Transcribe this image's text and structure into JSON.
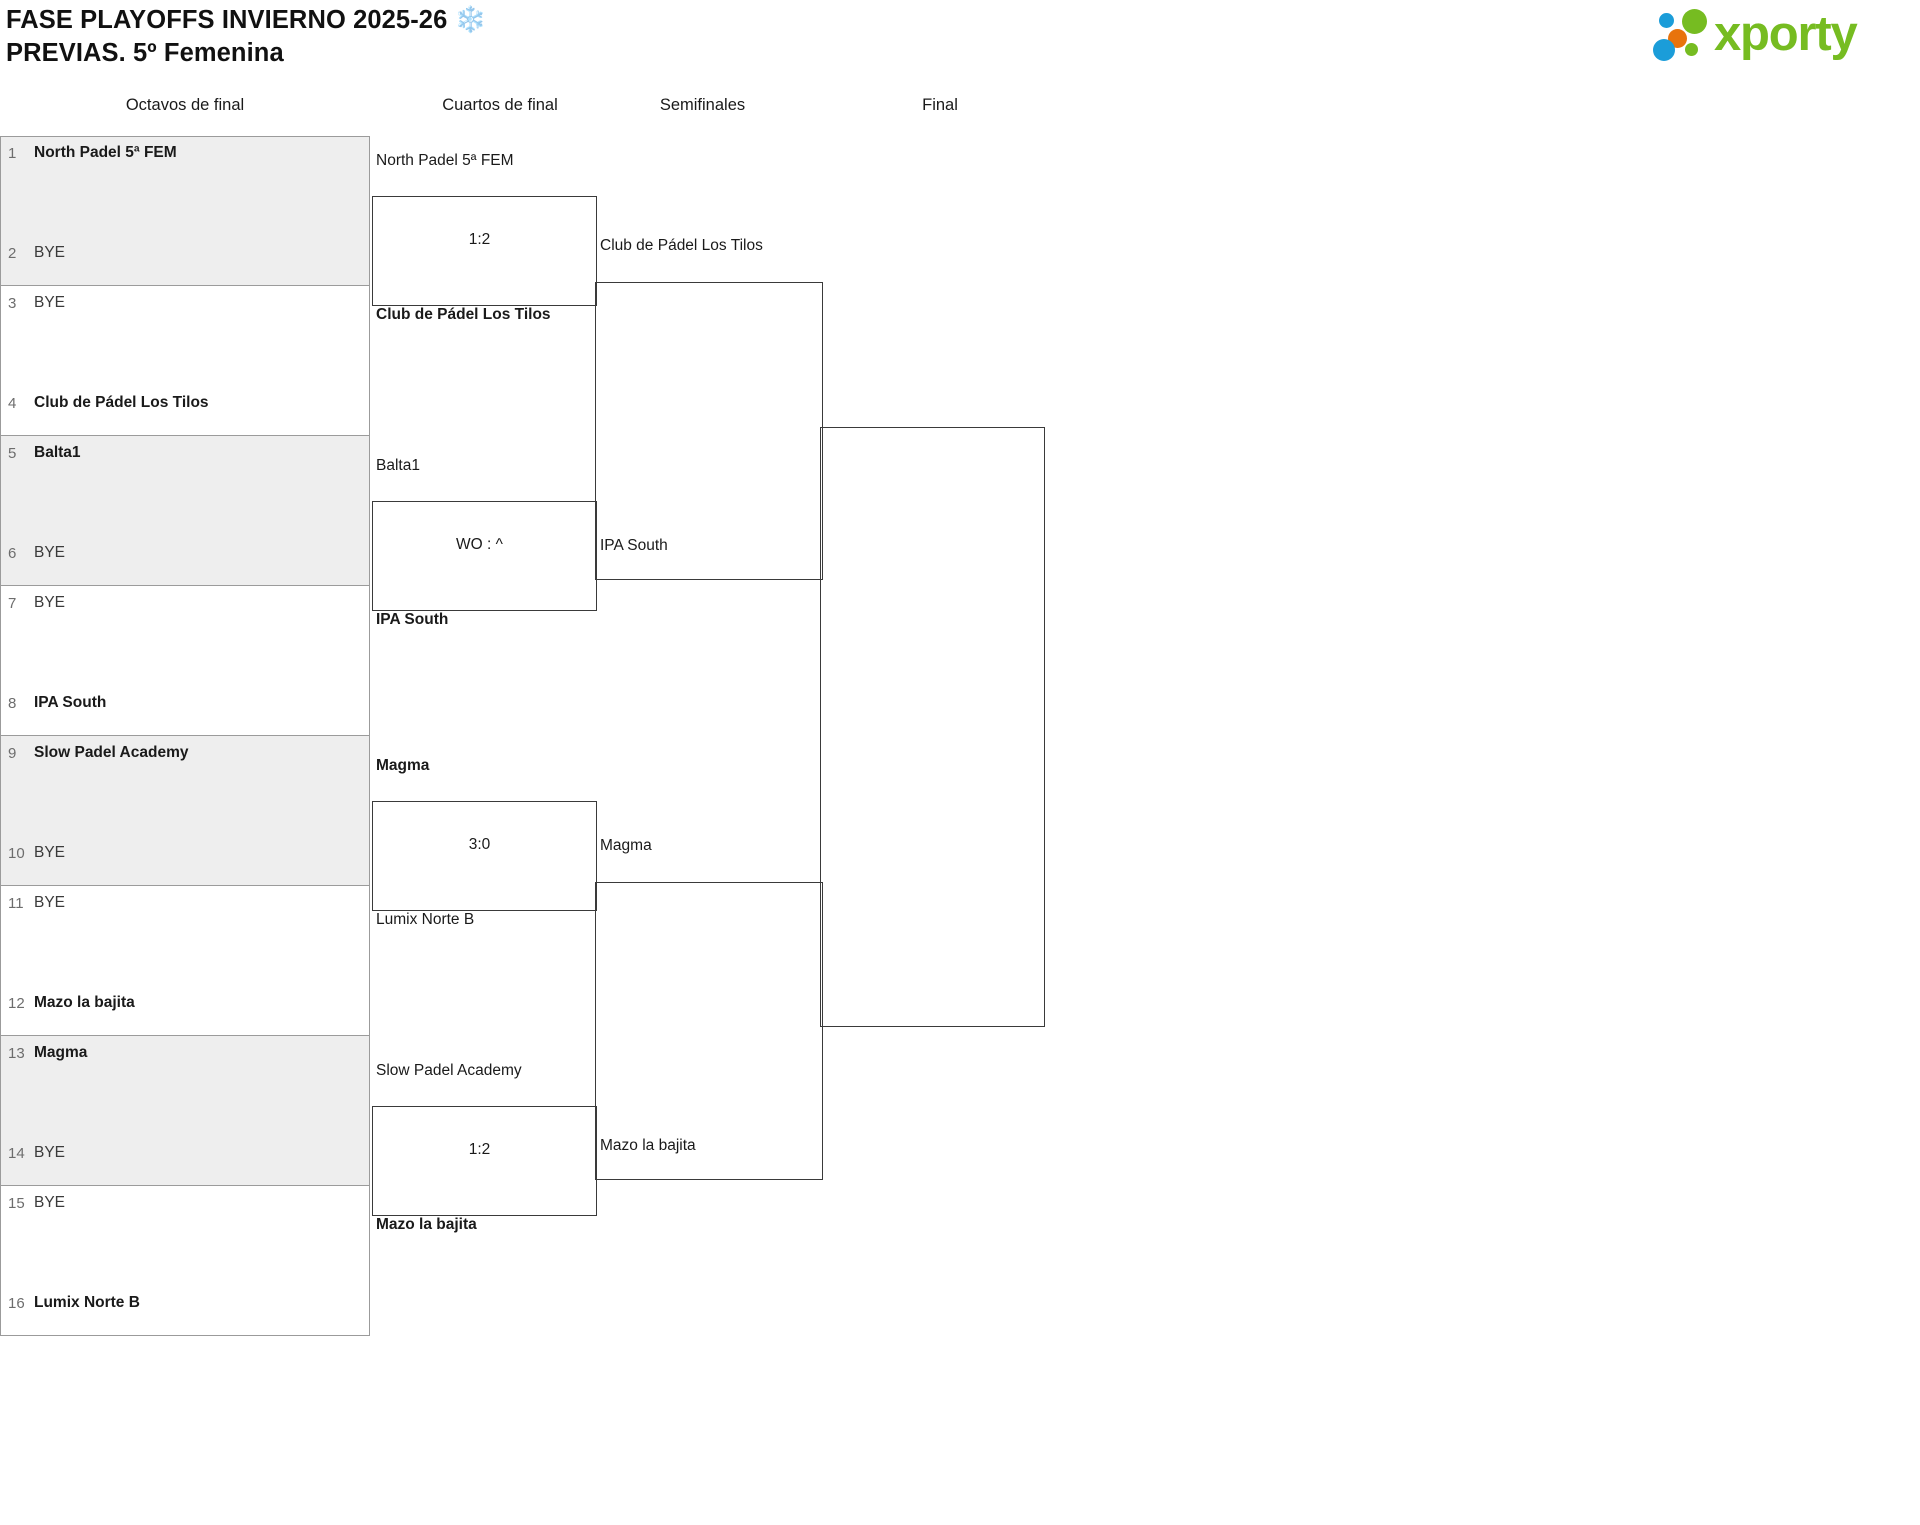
{
  "header": {
    "title": "FASE PLAYOFFS INVIERNO 2025-26 ❄️\nPREVIAS. 5º Femenina",
    "logo_text": "xporty",
    "logo_colors": {
      "green": "#76bc21",
      "blue": "#1b9dd9",
      "orange": "#e8730c"
    }
  },
  "rounds": [
    {
      "id": "r16",
      "label": "Octavos de final"
    },
    {
      "id": "qf",
      "label": "Cuartos de final"
    },
    {
      "id": "sf",
      "label": "Semifinales"
    },
    {
      "id": "f",
      "label": "Final"
    }
  ],
  "seeds": [
    {
      "no": "1",
      "name": "North Padel 5ª FEM",
      "bye": false
    },
    {
      "no": "2",
      "name": "BYE",
      "bye": true
    },
    {
      "no": "3",
      "name": "BYE",
      "bye": true
    },
    {
      "no": "4",
      "name": "Club de Pádel Los Tilos",
      "bye": false
    },
    {
      "no": "5",
      "name": "Balta1",
      "bye": false
    },
    {
      "no": "6",
      "name": "BYE",
      "bye": true
    },
    {
      "no": "7",
      "name": "BYE",
      "bye": true
    },
    {
      "no": "8",
      "name": "IPA South",
      "bye": false
    },
    {
      "no": "9",
      "name": "Slow Padel Academy",
      "bye": false
    },
    {
      "no": "10",
      "name": "BYE",
      "bye": true
    },
    {
      "no": "11",
      "name": "BYE",
      "bye": true
    },
    {
      "no": "12",
      "name": "Mazo la bajita",
      "bye": false
    },
    {
      "no": "13",
      "name": "Magma",
      "bye": false
    },
    {
      "no": "14",
      "name": "BYE",
      "bye": true
    },
    {
      "no": "15",
      "name": "BYE",
      "bye": true
    },
    {
      "no": "16",
      "name": "Lumix Norte B",
      "bye": false
    }
  ],
  "quarterfinals": [
    {
      "top": "North Padel 5ª FEM",
      "bottom": "Club de Pádel Los Tilos",
      "score": "1:2",
      "winner": "bottom"
    },
    {
      "top": "Balta1",
      "bottom": "IPA South",
      "score": "WO : ^",
      "winner": "bottom"
    },
    {
      "top": "Magma",
      "bottom": "Lumix Norte B",
      "score": "3:0",
      "winner": "top"
    },
    {
      "top": "Slow Padel Academy",
      "bottom": "Mazo la bajita",
      "score": "1:2",
      "winner": "bottom"
    }
  ],
  "semifinals": [
    {
      "top": "Club de Pádel Los Tilos",
      "bottom": "IPA South",
      "score": ""
    },
    {
      "top": "Magma",
      "bottom": "Mazo la bajita",
      "score": ""
    }
  ],
  "final": {
    "top": "",
    "bottom": "",
    "score": ""
  }
}
